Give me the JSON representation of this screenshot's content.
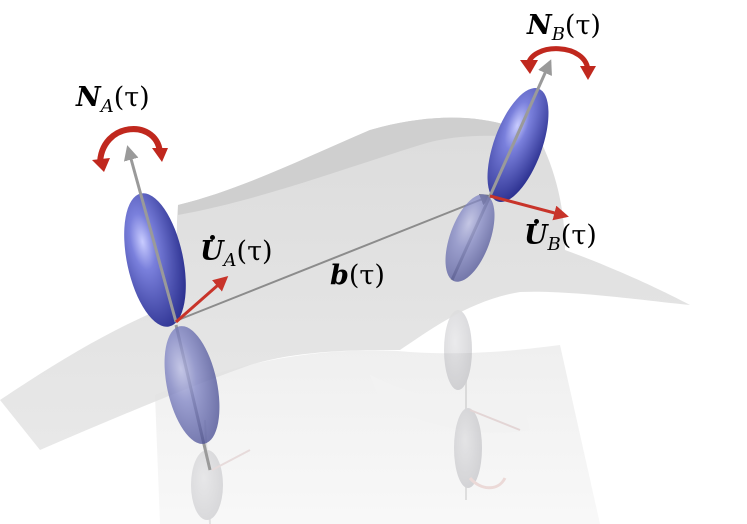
{
  "labels": {
    "normal_a": {
      "symbol": "N",
      "subscript": "A",
      "arg": "(τ)"
    },
    "normal_b": {
      "symbol": "N",
      "subscript": "B",
      "arg": "(τ)"
    },
    "udot_a": {
      "symbol": "U",
      "subscript": "A",
      "arg": "(τ)"
    },
    "udot_b": {
      "symbol": "U",
      "subscript": "B",
      "arg": "(τ)"
    },
    "separation": {
      "symbol": "b",
      "arg": "(τ)"
    }
  },
  "colors": {
    "surface": "#d9d9d9",
    "surface_reflection": "#eeeeee",
    "ellipsoid": "#5b62c9",
    "ellipsoid_dark": "#2e3392",
    "axis_arrow": "#9a9a9a",
    "rotation_arrow": "#c0281e",
    "velocity_arrow": "#c8342a",
    "separation_line": "#8c8c8c"
  }
}
